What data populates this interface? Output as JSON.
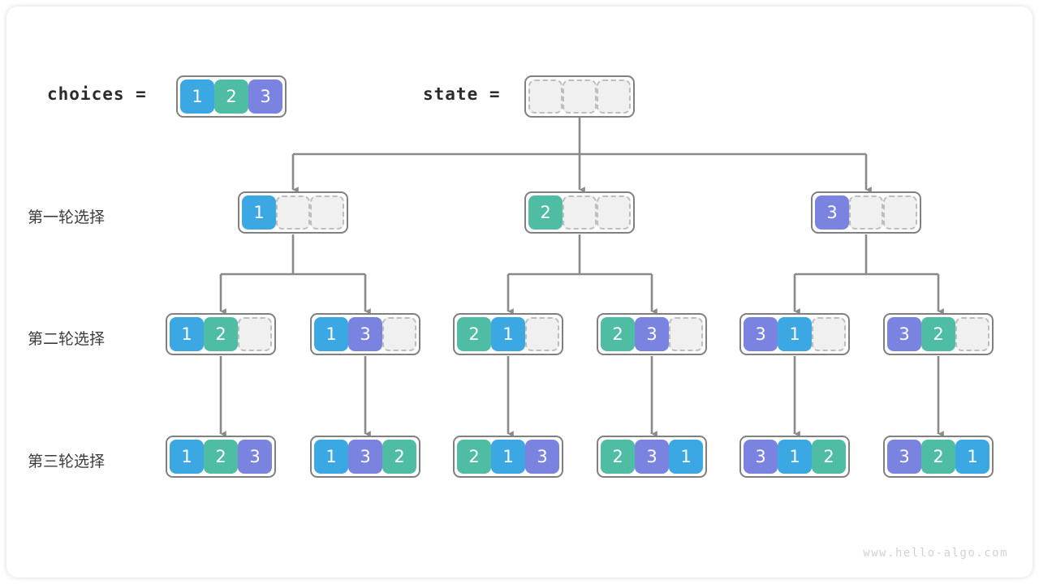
{
  "diagram": {
    "title_labels": {
      "choices": "choices =",
      "state": "state ="
    },
    "row_labels": [
      "第一轮选择",
      "第二轮选择",
      "第三轮选择"
    ],
    "watermark": "www.hello-algo.com",
    "colors": {
      "value_1": "#3BA7E3",
      "value_2": "#4FBCA4",
      "value_3": "#7B83E0",
      "empty_cell": "#F0F0F0",
      "empty_border": "#BDBDBD",
      "box_border": "#808080",
      "connector": "#8a8a8a",
      "label_text": "#3c3c3c",
      "watermark_text": "#d2d2d2"
    },
    "slot_count": 3,
    "choices_array": [
      1,
      2,
      3
    ],
    "state_array": [
      null,
      null,
      null
    ],
    "levels": [
      {
        "name": "第一轮选择",
        "nodes": [
          {
            "values": [
              1,
              null,
              null
            ]
          },
          {
            "values": [
              2,
              null,
              null
            ]
          },
          {
            "values": [
              3,
              null,
              null
            ]
          }
        ]
      },
      {
        "name": "第二轮选择",
        "nodes": [
          {
            "values": [
              1,
              2,
              null
            ]
          },
          {
            "values": [
              1,
              3,
              null
            ]
          },
          {
            "values": [
              2,
              1,
              null
            ]
          },
          {
            "values": [
              2,
              3,
              null
            ]
          },
          {
            "values": [
              3,
              1,
              null
            ]
          },
          {
            "values": [
              3,
              2,
              null
            ]
          }
        ]
      },
      {
        "name": "第三轮选择",
        "nodes": [
          {
            "values": [
              1,
              2,
              3
            ]
          },
          {
            "values": [
              1,
              3,
              2
            ]
          },
          {
            "values": [
              2,
              1,
              3
            ]
          },
          {
            "values": [
              2,
              3,
              1
            ]
          },
          {
            "values": [
              3,
              1,
              2
            ]
          },
          {
            "values": [
              3,
              2,
              1
            ]
          }
        ]
      }
    ]
  }
}
